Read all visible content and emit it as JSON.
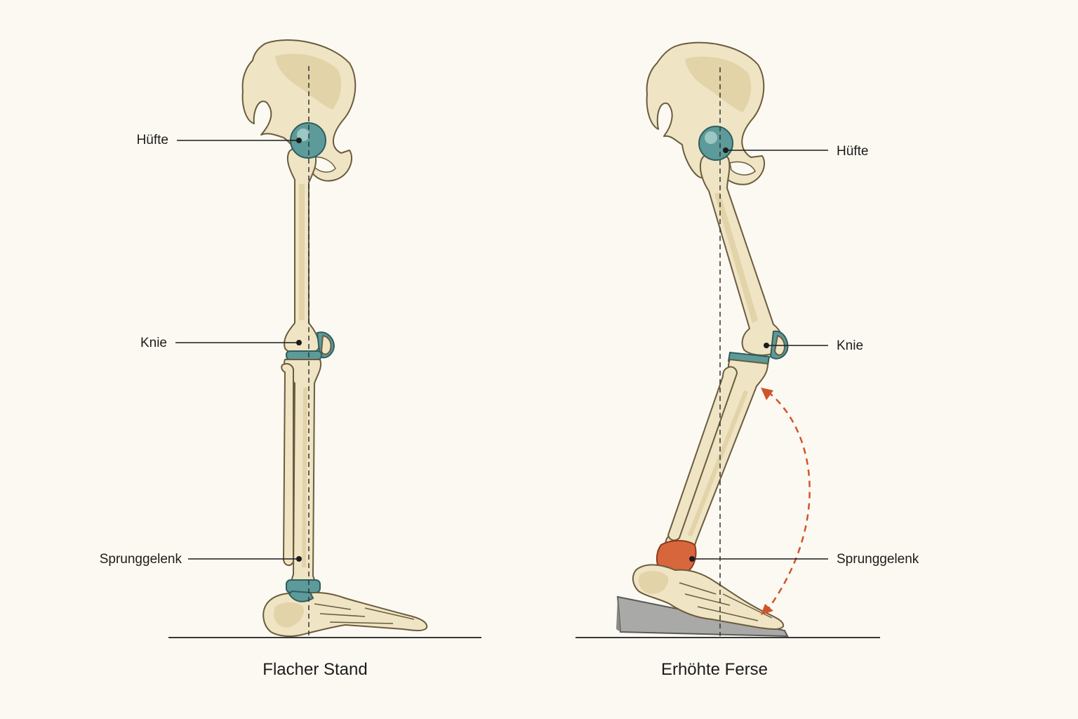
{
  "left_panel": {
    "caption": "Flacher Stand",
    "labels": {
      "hip": "Hüfte",
      "knee": "Knie",
      "ankle": "Sprunggelenk"
    }
  },
  "right_panel": {
    "caption": "Erhöhte Ferse",
    "labels": {
      "hip": "Hüfte",
      "knee": "Knie",
      "ankle": "Sprunggelenk"
    }
  },
  "colors": {
    "background": "#fcf9f2",
    "bone": "#efe4c4",
    "joint": "#5d9a9a",
    "ankle_highlight": "#d8663c",
    "arc_arrow": "#d0542b",
    "wedge": "#a9a9a7"
  }
}
